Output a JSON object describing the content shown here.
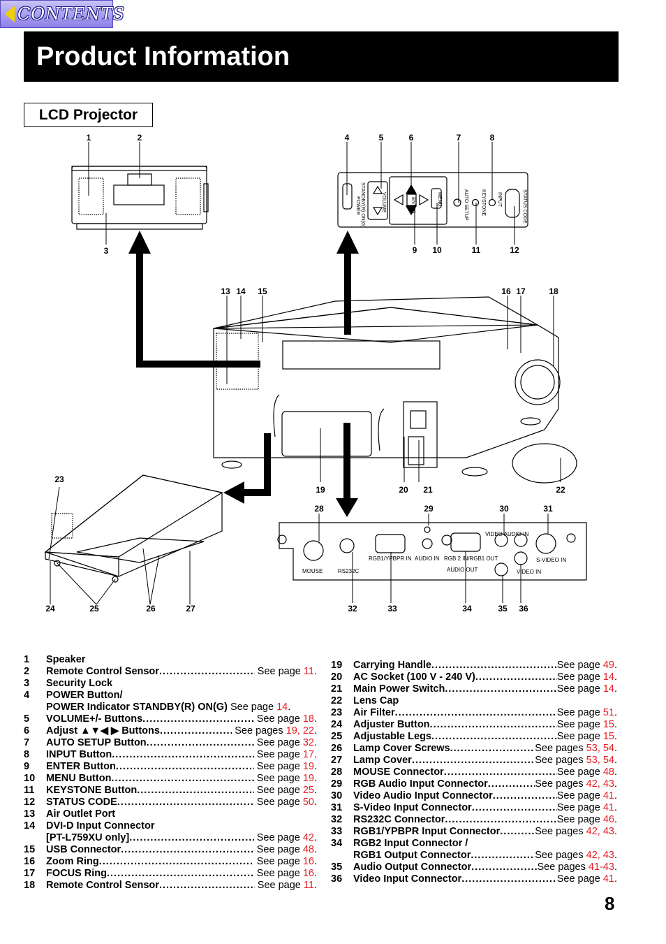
{
  "nav": {
    "contents_label": "CONTENTS"
  },
  "header": {
    "title": "Product Information",
    "section": "LCD Projector"
  },
  "diagram": {
    "remote_labels": [
      "POWER",
      "STANDBY(R) ON(G)",
      "VOLUME",
      "ENTER",
      "MENU",
      "AUTO SETUP",
      "KEYSTONE",
      "INPUT",
      "STATUS CODE"
    ],
    "panel_labels": [
      "MOUSE",
      "RS232C",
      "RGB1/YPBPR IN",
      "AUDIO IN",
      "RGB 2 IN/RGB1 OUT",
      "AUDIO OUT",
      "VIDEO AUDIO IN",
      "S-VIDEO IN",
      "VIDEO IN"
    ],
    "callouts": [
      "1",
      "2",
      "3",
      "4",
      "5",
      "6",
      "7",
      "8",
      "9",
      "10",
      "11",
      "12",
      "13",
      "14",
      "15",
      "16",
      "17",
      "18",
      "19",
      "20",
      "21",
      "22",
      "23",
      "24",
      "25",
      "26",
      "27",
      "28",
      "29",
      "30",
      "31",
      "32",
      "33",
      "34",
      "35",
      "36"
    ]
  },
  "left_list": [
    {
      "num": "1",
      "name": "Speaker",
      "ref": "",
      "pages": ""
    },
    {
      "num": "2",
      "name": "Remote Control Sensor",
      "ref": "See page",
      "pages": "11"
    },
    {
      "num": "3",
      "name": "Security Lock",
      "ref": "",
      "pages": ""
    },
    {
      "num": "4",
      "name": "POWER Button/",
      "ref": "",
      "pages": ""
    },
    {
      "num": "",
      "name": "POWER Indicator STANDBY(R) ON(G)",
      "ref": "See page",
      "pages": "14"
    },
    {
      "num": "5",
      "name": "VOLUME+/- Buttons",
      "ref": "See page",
      "pages": "18"
    },
    {
      "num": "6",
      "name": "Adjust ▲▼◀ ▶ Buttons",
      "ref": "See pages",
      "pages": "19, 22"
    },
    {
      "num": "7",
      "name": "AUTO SETUP Button",
      "ref": "See page",
      "pages": "32"
    },
    {
      "num": "8",
      "name": "INPUT Button",
      "ref": "See page",
      "pages": "17"
    },
    {
      "num": "9",
      "name": "ENTER Button",
      "ref": "See page",
      "pages": "19"
    },
    {
      "num": "10",
      "name": "MENU Button",
      "ref": "See page",
      "pages": "19"
    },
    {
      "num": "11",
      "name": "KEYSTONE Button",
      "ref": "See page",
      "pages": "25"
    },
    {
      "num": "12",
      "name": "STATUS CODE",
      "ref": "See page",
      "pages": "50"
    },
    {
      "num": "13",
      "name": "Air Outlet Port",
      "ref": "",
      "pages": ""
    },
    {
      "num": "14",
      "name": "DVI-D Input Connector",
      "ref": "",
      "pages": ""
    },
    {
      "num": "",
      "name": "[PT-L759XU only]",
      "ref": "See page",
      "pages": "42"
    },
    {
      "num": "15",
      "name": "USB Connector",
      "ref": "See page",
      "pages": "48"
    },
    {
      "num": "16",
      "name": "Zoom Ring",
      "ref": "See page",
      "pages": "16"
    },
    {
      "num": "17",
      "name": "FOCUS Ring",
      "ref": "See page",
      "pages": "16"
    },
    {
      "num": "18",
      "name": "Remote Control Sensor",
      "ref": "See page",
      "pages": "11"
    }
  ],
  "right_list": [
    {
      "num": "19",
      "name": "Carrying Handle",
      "ref": "See page",
      "pages": "49"
    },
    {
      "num": "20",
      "name": "AC Socket (100 V - 240 V)",
      "ref": "See page",
      "pages": "14"
    },
    {
      "num": "21",
      "name": "Main Power Switch",
      "ref": "See page",
      "pages": "14"
    },
    {
      "num": "22",
      "name": "Lens Cap",
      "ref": "",
      "pages": ""
    },
    {
      "num": "23",
      "name": "Air Filter",
      "ref": "See page",
      "pages": "51"
    },
    {
      "num": "24",
      "name": "Adjuster Button",
      "ref": "See page",
      "pages": "15"
    },
    {
      "num": "25",
      "name": "Adjustable Legs",
      "ref": "See page",
      "pages": "15"
    },
    {
      "num": "26",
      "name": "Lamp Cover Screws",
      "ref": "See pages",
      "pages": "53, 54"
    },
    {
      "num": "27",
      "name": "Lamp Cover",
      "ref": "See pages",
      "pages": "53, 54"
    },
    {
      "num": "28",
      "name": "MOUSE Connector",
      "ref": "See page",
      "pages": "48"
    },
    {
      "num": "29",
      "name": "RGB Audio Input Connector",
      "ref": "See pages",
      "pages": "42, 43"
    },
    {
      "num": "30",
      "name": "Video Audio Input  Connector",
      "ref": "See page",
      "pages": "41"
    },
    {
      "num": "31",
      "name": "S-Video Input Connector",
      "ref": "See page",
      "pages": "41"
    },
    {
      "num": "32",
      "name": "RS232C Connector",
      "ref": "See page",
      "pages": "46"
    },
    {
      "num": "33",
      "name": "RGB1/YPBPR Input Connector",
      "ref": "See pages",
      "pages": "42, 43"
    },
    {
      "num": "34",
      "name": "RGB2 Input Connector /",
      "ref": "",
      "pages": ""
    },
    {
      "num": "",
      "name": "RGB1 Output Connector",
      "ref": "See pages",
      "pages": "42, 43"
    },
    {
      "num": "35",
      "name": "Audio Output Connector",
      "ref": "See pages",
      "pages": "41-43"
    },
    {
      "num": "36",
      "name": "Video Input Connector",
      "ref": "See page",
      "pages": "41"
    }
  ],
  "footer": {
    "page_number": "8"
  },
  "colors": {
    "page_ref": "#e41e26",
    "title_bar": "#000000"
  }
}
